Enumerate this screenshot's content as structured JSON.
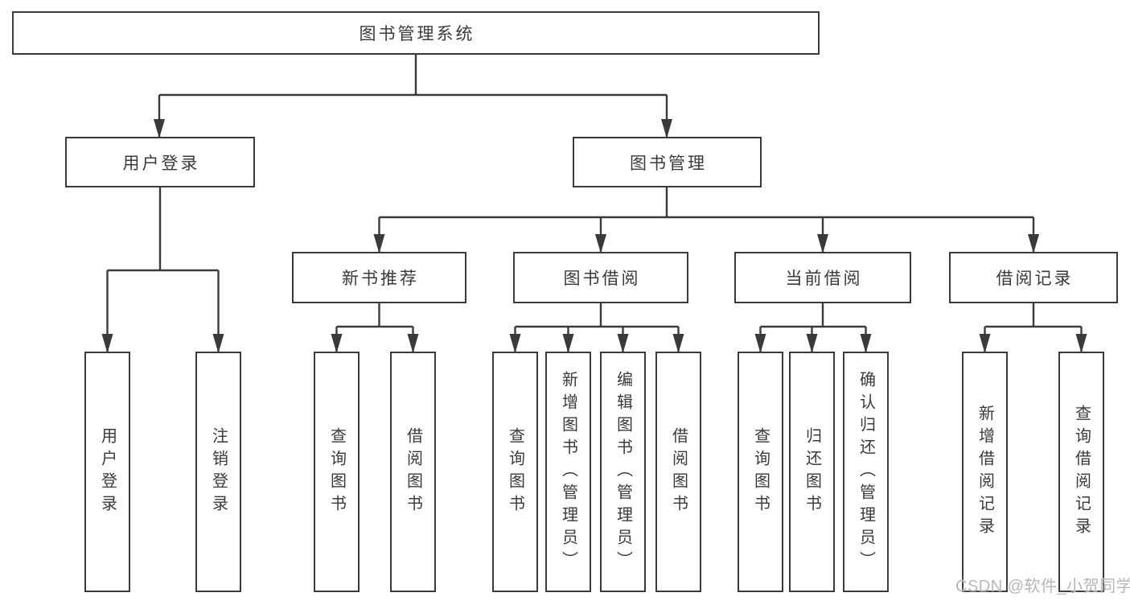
{
  "diagram_title": "图书管理系统",
  "nodes": {
    "root": {
      "label": "图书管理系统"
    },
    "user_login": {
      "label": "用户登录"
    },
    "book_mgmt": {
      "label": "图书管理"
    },
    "new_book_rec": {
      "label": "新书推荐"
    },
    "book_borrow": {
      "label": "图书借阅"
    },
    "current_borrow": {
      "label": "当前借阅"
    },
    "borrow_records": {
      "label": "借阅记录"
    },
    "leaf_user_login": {
      "label": "用户登录"
    },
    "leaf_logout_login": {
      "label": "注销登录"
    },
    "leaf_query_book_rec": {
      "label": "查询图书"
    },
    "leaf_borrow_book_rec": {
      "label": "借阅图书"
    },
    "leaf_query_book_borrow": {
      "label": "查询图书"
    },
    "leaf_add_book_admin": {
      "label": "新增图书（管理员）"
    },
    "leaf_edit_book_admin": {
      "label": "编辑图书（管理员）"
    },
    "leaf_borrow_book_borrow": {
      "label": "借阅图书"
    },
    "leaf_query_book_current": {
      "label": "查询图书"
    },
    "leaf_return_book": {
      "label": "归还图书"
    },
    "leaf_confirm_return_admin": {
      "label": "确认归还（管理员）"
    },
    "leaf_add_borrow_record": {
      "label": "新增借阅记录"
    },
    "leaf_query_borrow_record": {
      "label": "查询借阅记录"
    }
  },
  "watermark": {
    "text": "CSDN @软件_小贺同学",
    "color": "#b7b7b9"
  },
  "colors": {
    "line": "#3a3a3a",
    "box_border": "#3a3a3a",
    "text": "#3a3a3a",
    "background": "#ffffff"
  }
}
